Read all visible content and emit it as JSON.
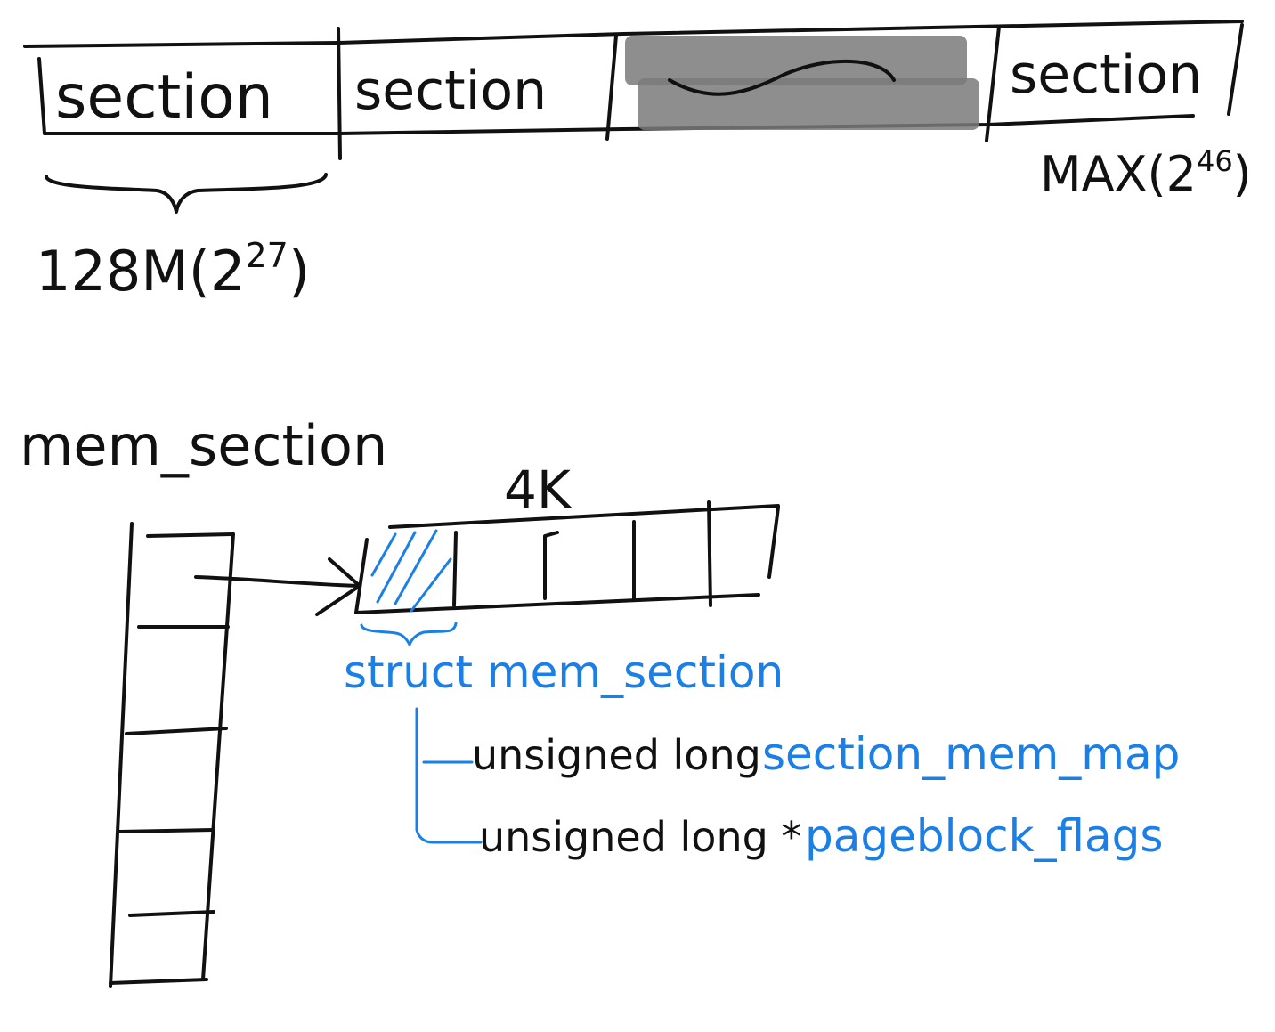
{
  "top_diagram": {
    "cells": [
      "section",
      "section",
      "",
      "section"
    ],
    "section_size_label": "128M(2",
    "section_size_exp": "27",
    "section_size_close": ")",
    "max_label": "MAX(2",
    "max_exp": "46",
    "max_close": ")"
  },
  "bottom_diagram": {
    "array_title": "mem_section",
    "block_size_label": "4K",
    "struct_label": "struct mem_section",
    "fields": [
      {
        "type": "unsigned long",
        "name": "section_mem_map"
      },
      {
        "type": "unsigned long *",
        "name": "pageblock_flags"
      }
    ]
  },
  "colors": {
    "ink": "#111111",
    "accent": "#1a7fe6",
    "redaction": "#7a7a7a"
  }
}
